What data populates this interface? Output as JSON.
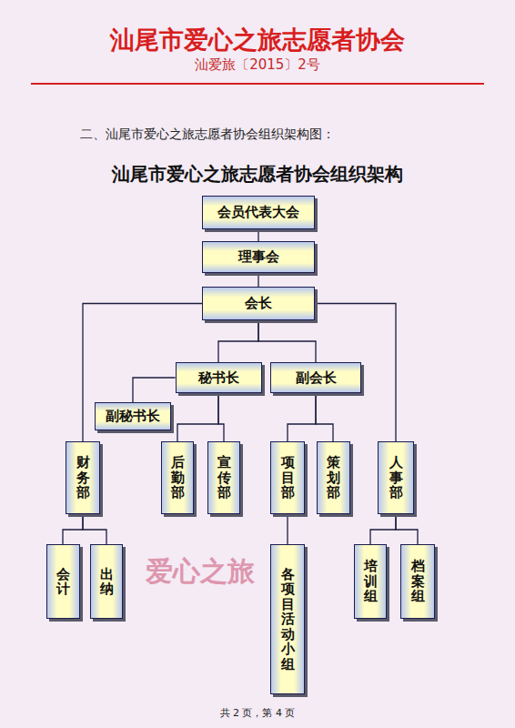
{
  "diagram": {
    "title": "汕尾市爱心之旅志愿者协会组织架构",
    "nodes": [
      {
        "text": [
          "会员代表大会"
        ]
      },
      {
        "text": [
          "理事会"
        ]
      },
      {
        "text": [
          "会长"
        ]
      },
      {
        "text": [
          "秘书长"
        ]
      },
      {
        "text": [
          "副会长"
        ]
      },
      {
        "text": [
          "副秘书长"
        ]
      },
      {
        "text": [
          "财务部"
        ]
      },
      {
        "text": [
          "后勤部"
        ]
      },
      {
        "text": [
          "宣传部"
        ]
      },
      {
        "text": [
          "项目部"
        ]
      },
      {
        "text": [
          "策划部"
        ]
      },
      {
        "text": [
          "人事部"
        ]
      },
      {
        "text": [
          "会计"
        ]
      },
      {
        "text": [
          "出纳"
        ]
      },
      {
        "text": [
          "各项目活动小组"
        ]
      },
      {
        "text": [
          "培训组"
        ]
      },
      {
        "text": [
          "档案组"
        ]
      }
    ],
    "edges": [
      {
        "from": 0,
        "to": 1,
        "arrow": "none"
      },
      {
        "from": 1,
        "to": 2,
        "arrow": "none"
      },
      {
        "from": 2,
        "to": 3,
        "arrow": "none"
      },
      {
        "from": 2,
        "to": 4,
        "arrow": "none"
      },
      {
        "from": 2,
        "to": 6,
        "arrow": "none"
      },
      {
        "from": 2,
        "to": 11,
        "arrow": "none"
      },
      {
        "from": 3,
        "to": 5,
        "arrow": "none"
      },
      {
        "from": 3,
        "to": 7,
        "arrow": "none"
      },
      {
        "from": 3,
        "to": 8,
        "arrow": "none"
      },
      {
        "from": 4,
        "to": 9,
        "arrow": "none"
      },
      {
        "from": 4,
        "to": 10,
        "arrow": "none"
      },
      {
        "from": 6,
        "to": 12,
        "arrow": "none"
      },
      {
        "from": 6,
        "to": 13,
        "arrow": "none"
      },
      {
        "from": 9,
        "to": 14,
        "arrow": "none"
      },
      {
        "from": 11,
        "to": 15,
        "arrow": "none"
      },
      {
        "from": 11,
        "to": 16,
        "arrow": "none"
      }
    ],
    "labels": [
      "汕尾市爱心之旅志愿者协会",
      "汕爱旅〔2015〕2号",
      "二、汕尾市爱心之旅志愿者协会组织架构图：",
      "爱心之旅",
      "共 2 页，第 4 页"
    ]
  }
}
